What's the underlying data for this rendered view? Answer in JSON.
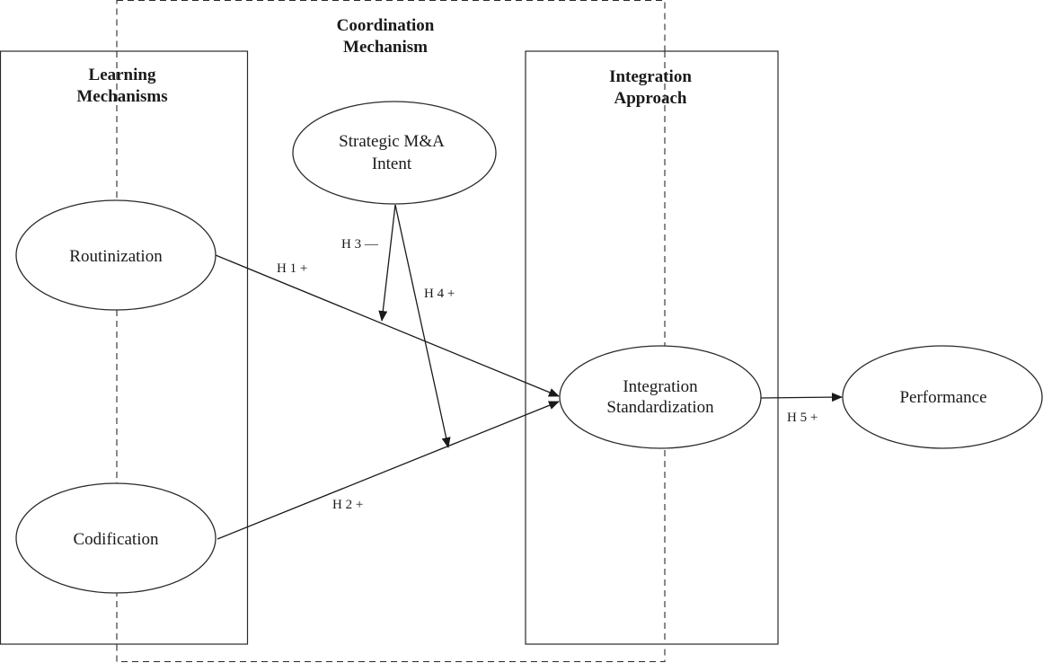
{
  "groups": {
    "coordination": {
      "title_line1": "Coordination",
      "title_line2": "Mechanism"
    },
    "learning": {
      "title_line1": "Learning",
      "title_line2": "Mechanisms"
    },
    "integration": {
      "title_line1": "Integration",
      "title_line2": "Approach"
    }
  },
  "nodes": {
    "routinization": "Routinization",
    "codification": "Codification",
    "strategic_line1": "Strategic M&A",
    "strategic_line2": "Intent",
    "standardization_line1": "Integration",
    "standardization_line2": "Standardization",
    "performance": "Performance"
  },
  "hypotheses": {
    "h1": "H 1 +",
    "h2": "H 2 +",
    "h3": "H 3 —",
    "h4": "H 4 +",
    "h5": "H 5 +"
  }
}
